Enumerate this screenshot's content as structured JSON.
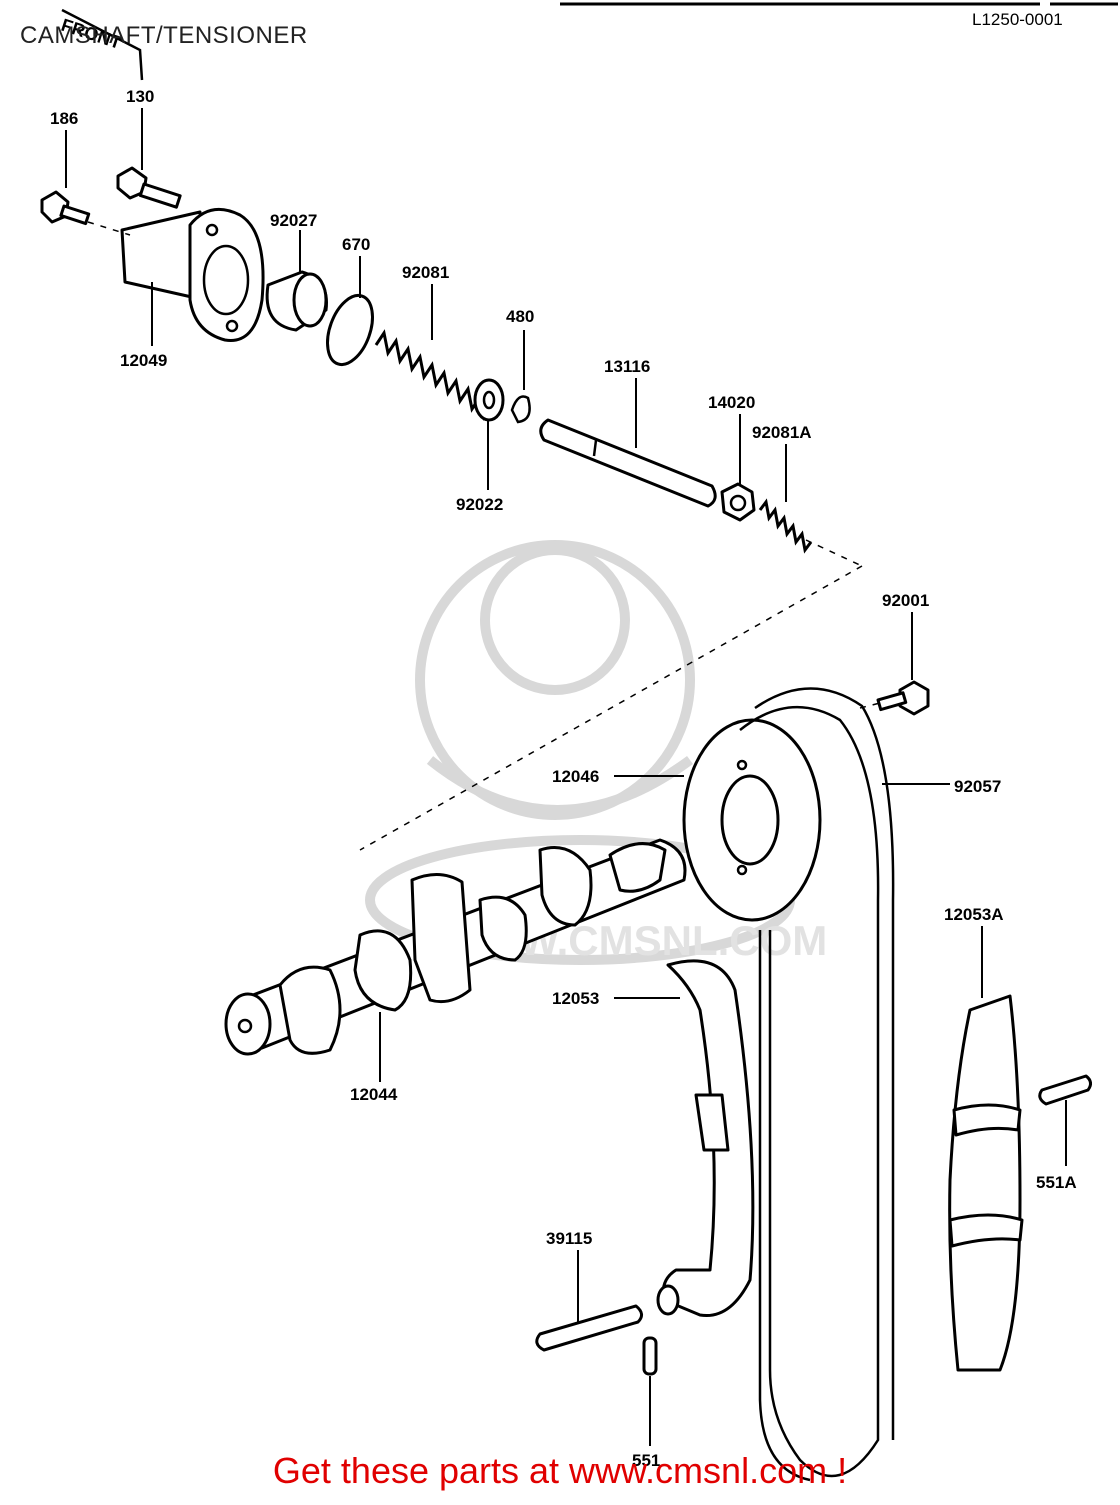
{
  "diagram": {
    "title": "CAMSHAFT/TENSIONER",
    "drawing_code": "L1250-0001",
    "front_marker": "FRONT",
    "footer": "Get these parts at www.cmsnl.com !",
    "watermark": "WWW.CMSNL.COM",
    "callouts": {
      "p186": "186",
      "p130": "130",
      "p12049": "12049",
      "p92027": "92027",
      "p670": "670",
      "p92081": "92081",
      "p480": "480",
      "p13116": "13116",
      "p14020": "14020",
      "p92081a": "92081A",
      "p92022": "92022",
      "p92001": "92001",
      "p12046": "12046",
      "p92057": "92057",
      "p12053a": "12053A",
      "p12053": "12053",
      "p12044": "12044",
      "p551a": "551A",
      "p39115": "39115",
      "p551": "551"
    }
  }
}
